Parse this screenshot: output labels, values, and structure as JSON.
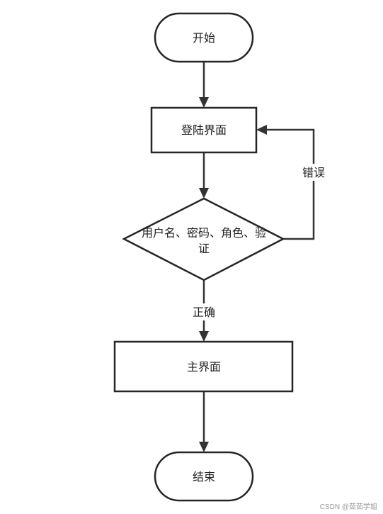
{
  "nodes": {
    "start": {
      "label": "开始"
    },
    "login": {
      "label": "登陆界面"
    },
    "validate": {
      "label_line1": "用户名、密码、角色、验",
      "label_line2": "证"
    },
    "main": {
      "label": "主界面"
    },
    "end": {
      "label": "结束"
    }
  },
  "edges": {
    "error_label": "错误",
    "correct_label": "正确"
  },
  "watermark": "CSDN @茹茹学姐",
  "colors": {
    "stroke": "#262626",
    "arrow": "#333333",
    "text": "#222222",
    "watermark": "#9a9a9a"
  }
}
